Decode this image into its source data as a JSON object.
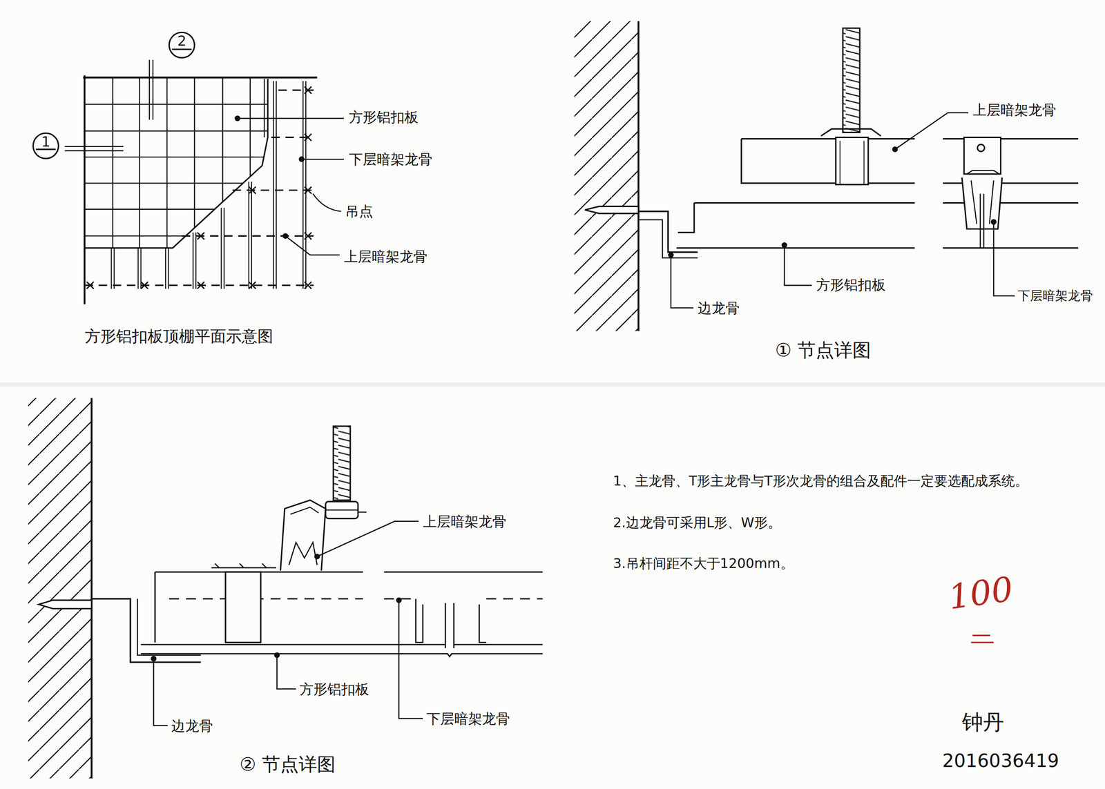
{
  "diagram": {
    "labels": [
      "2",
      "1",
      "方形铝扣板",
      "下层暗架龙骨",
      "吊点",
      "上层暗架龙骨",
      "方形铝扣板顶棚平面示意图",
      "上层暗架龙骨",
      "方形铝扣板",
      "边龙骨",
      "下层暗架龙骨",
      "① 节点详图",
      "上层暗架龙骨",
      "方形铝扣板",
      "边龙骨",
      "下层暗架龙骨",
      "② 节点详图",
      "1、主龙骨、T形主龙骨与T形次龙骨的组合及配件一定要选配成系统。",
      "2.边龙骨可采用L形、W形。",
      "3.吊杆间距不大于1200mm。",
      "100",
      "钟丹",
      "2016036419"
    ]
  }
}
